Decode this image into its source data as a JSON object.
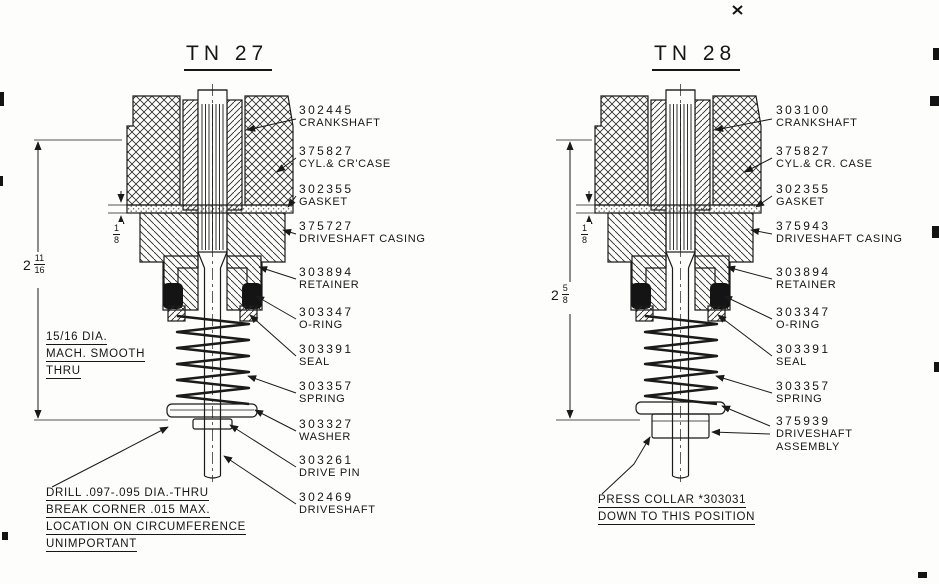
{
  "page": {
    "paper": "#fdfdfb",
    "ink": "#1a1a1a"
  },
  "diagrams": [
    {
      "title": "TN 27",
      "callouts": [
        {
          "part": "302445",
          "name": "CRANKSHAFT"
        },
        {
          "part": "375827",
          "name": "CYL.& CR'CASE"
        },
        {
          "part": "302355",
          "name": "GASKET"
        },
        {
          "part": "375727",
          "name": "DRIVESHAFT CASING"
        },
        {
          "part": "303894",
          "name": "RETAINER"
        },
        {
          "part": "303347",
          "name": "O-RING"
        },
        {
          "part": "303391",
          "name": "SEAL"
        },
        {
          "part": "303357",
          "name": "SPRING"
        },
        {
          "part": "303327",
          "name": "WASHER"
        },
        {
          "part": "303261",
          "name": "DRIVE PIN"
        },
        {
          "part": "302469",
          "name": "DRIVESHAFT"
        }
      ],
      "dim_overall": {
        "whole": "2",
        "num": "11",
        "den": "16"
      },
      "dim_gasket": {
        "num": "1",
        "den": "8"
      },
      "note_bore": [
        "15/16 DIA.",
        "MACH. SMOOTH",
        "THRU"
      ],
      "note_drill": [
        "DRILL .097-.095 DIA.-THRU",
        "BREAK CORNER .015 MAX.",
        "LOCATION ON CIRCUMFERENCE",
        "UNIMPORTANT"
      ]
    },
    {
      "title": "TN 28",
      "callouts": [
        {
          "part": "303100",
          "name": "CRANKSHAFT"
        },
        {
          "part": "375827",
          "name": "CYL.& CR. CASE"
        },
        {
          "part": "302355",
          "name": "GASKET"
        },
        {
          "part": "375943",
          "name": "DRIVESHAFT CASING"
        },
        {
          "part": "303894",
          "name": "RETAINER"
        },
        {
          "part": "303347",
          "name": "O-RING"
        },
        {
          "part": "303391",
          "name": "SEAL"
        },
        {
          "part": "303357",
          "name": "SPRING"
        },
        {
          "part": "375939",
          "name": "DRIVESHAFT",
          "name2": "ASSEMBLY"
        }
      ],
      "dim_overall": {
        "whole": "2",
        "num": "5",
        "den": "8"
      },
      "dim_gasket": {
        "num": "1",
        "den": "8"
      },
      "note_press": [
        "PRESS COLLAR *303031",
        "DOWN TO THIS POSITION"
      ]
    }
  ]
}
